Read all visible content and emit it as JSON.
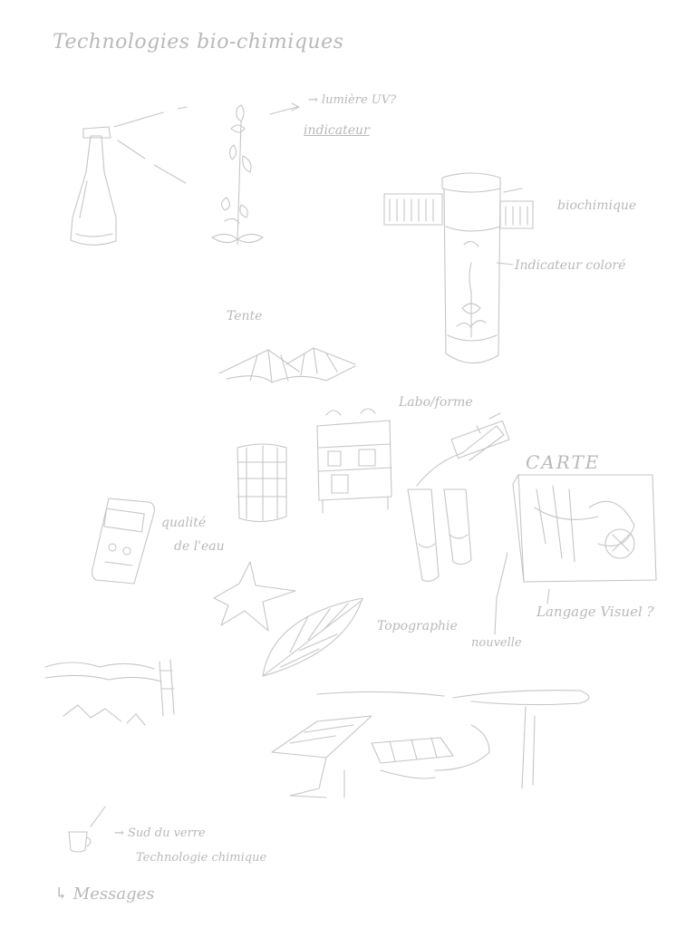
{
  "title": "Technologies bio-chimiques",
  "labels": {
    "lumiere": "→ lumière UV?",
    "indicateur": "indicateur",
    "reactif_1": "",
    "reactif_2": "biochimique",
    "indicateur_colore": "Indicateur coloré",
    "tente": "Tente",
    "laboratoire": "Labo/forme",
    "carte": "CARTE",
    "qualite_1": "qualité",
    "qualite_2": "de l'eau",
    "langage_visuel": "Langage Visuel ?",
    "topographie": "Topographie",
    "controle_1": "nouvelle",
    "controle_2": "",
    "villages": "",
    "information": "",
    "sud": "→ Sud du verre",
    "technologie": "Technologie chimique",
    "messages": "↳ Messages"
  },
  "icons": [
    "spray-bottle-icon",
    "plant-icon",
    "test-tube-icon",
    "tent-icon",
    "shelf-icon",
    "container-icon",
    "lab-flask-icon",
    "map-icon",
    "water-meter-icon",
    "leaf-icon",
    "landscape-icon",
    "solar-panel-icon",
    "cup-icon"
  ]
}
